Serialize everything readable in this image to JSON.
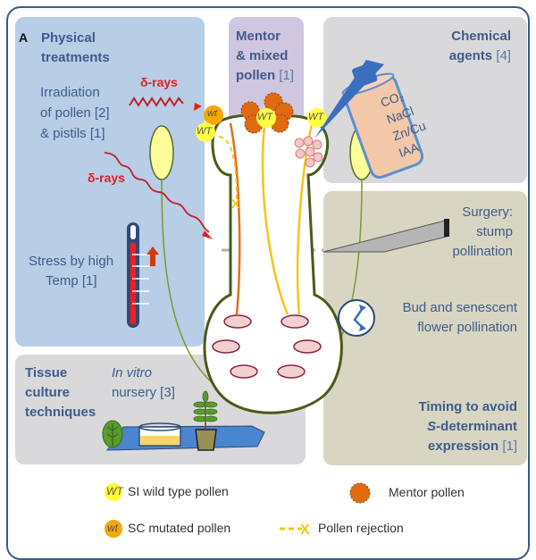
{
  "panel_letter": "A",
  "physical": {
    "title_line1": "Physical",
    "title_line2": "treatments",
    "irradiation_line1": "Irradiation",
    "irradiation_line2": "of pollen [2]",
    "irradiation_line3": "& pistils [1]",
    "ray_label_1": "δ-rays",
    "ray_label_2": "δ-rays",
    "stress_line1": "Stress by high",
    "stress_line2": "Temp [1]"
  },
  "mentor": {
    "line1": "Mentor",
    "line2": "& mixed",
    "line3": "pollen",
    "ref": "[1]"
  },
  "chemical": {
    "line1": "Chemical",
    "line2": "agents",
    "ref": "[4]",
    "bottle_items": [
      "CO₂",
      "NaCl",
      "Zn/Cu",
      "IAA"
    ]
  },
  "surgery": {
    "line1": "Surgery:",
    "line2": "stump",
    "line3": "pollination"
  },
  "bud": {
    "line1": "Bud and senescent",
    "line2": "flower pollination"
  },
  "timing": {
    "line1": "Timing to avoid",
    "line2_italic": "S",
    "line2_rest": "-determinant",
    "line3": "expression",
    "ref": "[1]"
  },
  "tissue": {
    "line1": "Tissue",
    "line2": "culture",
    "line3": "techniques",
    "invitro_italic": "In vitro",
    "invitro_line2": "nursery [3]"
  },
  "pollen_labels": {
    "wt_upper": "WT",
    "wt_lower": "wt"
  },
  "legend": {
    "si_wild": {
      "badge": "WT",
      "label": "SI wild type pollen",
      "color": "#ffff33"
    },
    "sc_mutated": {
      "badge": "wt",
      "label": "SC mutated pollen",
      "color": "#f5a800"
    },
    "mentor": {
      "label": "Mentor pollen",
      "color": "#e06a10"
    },
    "rejection": {
      "label": "Pollen rejection",
      "color": "#f5c518"
    }
  }
}
